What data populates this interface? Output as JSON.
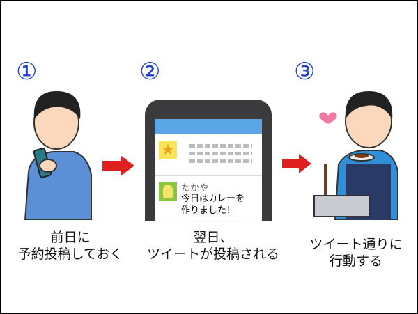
{
  "steps": [
    {
      "number": "①",
      "caption_line1": "前日に",
      "caption_line2": "予約投稿しておく"
    },
    {
      "number": "②",
      "caption_line1": "翌日、",
      "caption_line2": "ツイートが投稿される"
    },
    {
      "number": "③",
      "caption_line1": "ツイート通りに",
      "caption_line2": "行動する"
    }
  ],
  "phone": {
    "user_name": "たかや",
    "tweet_line1": "今日はカレーを",
    "tweet_line2": "作りました！"
  },
  "colors": {
    "number": "#1f3fd0",
    "arrow": "#e02020",
    "header": "#5aa6e6"
  }
}
